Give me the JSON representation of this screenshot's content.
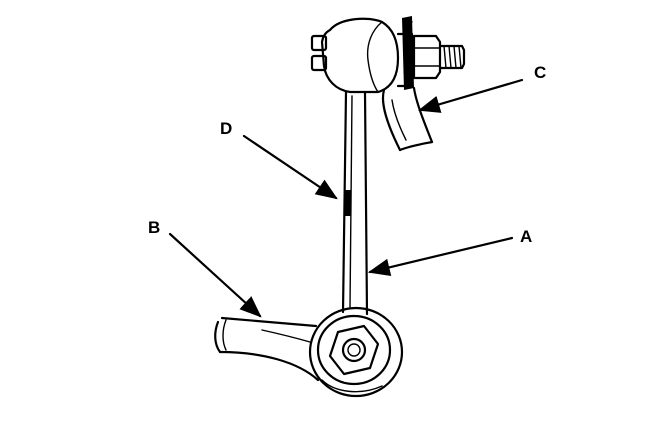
{
  "diagram": {
    "callouts": {
      "A": "A",
      "B": "B",
      "C": "C",
      "D": "D"
    },
    "colors": {
      "ink": "#000000",
      "background": "#ffffff"
    }
  }
}
